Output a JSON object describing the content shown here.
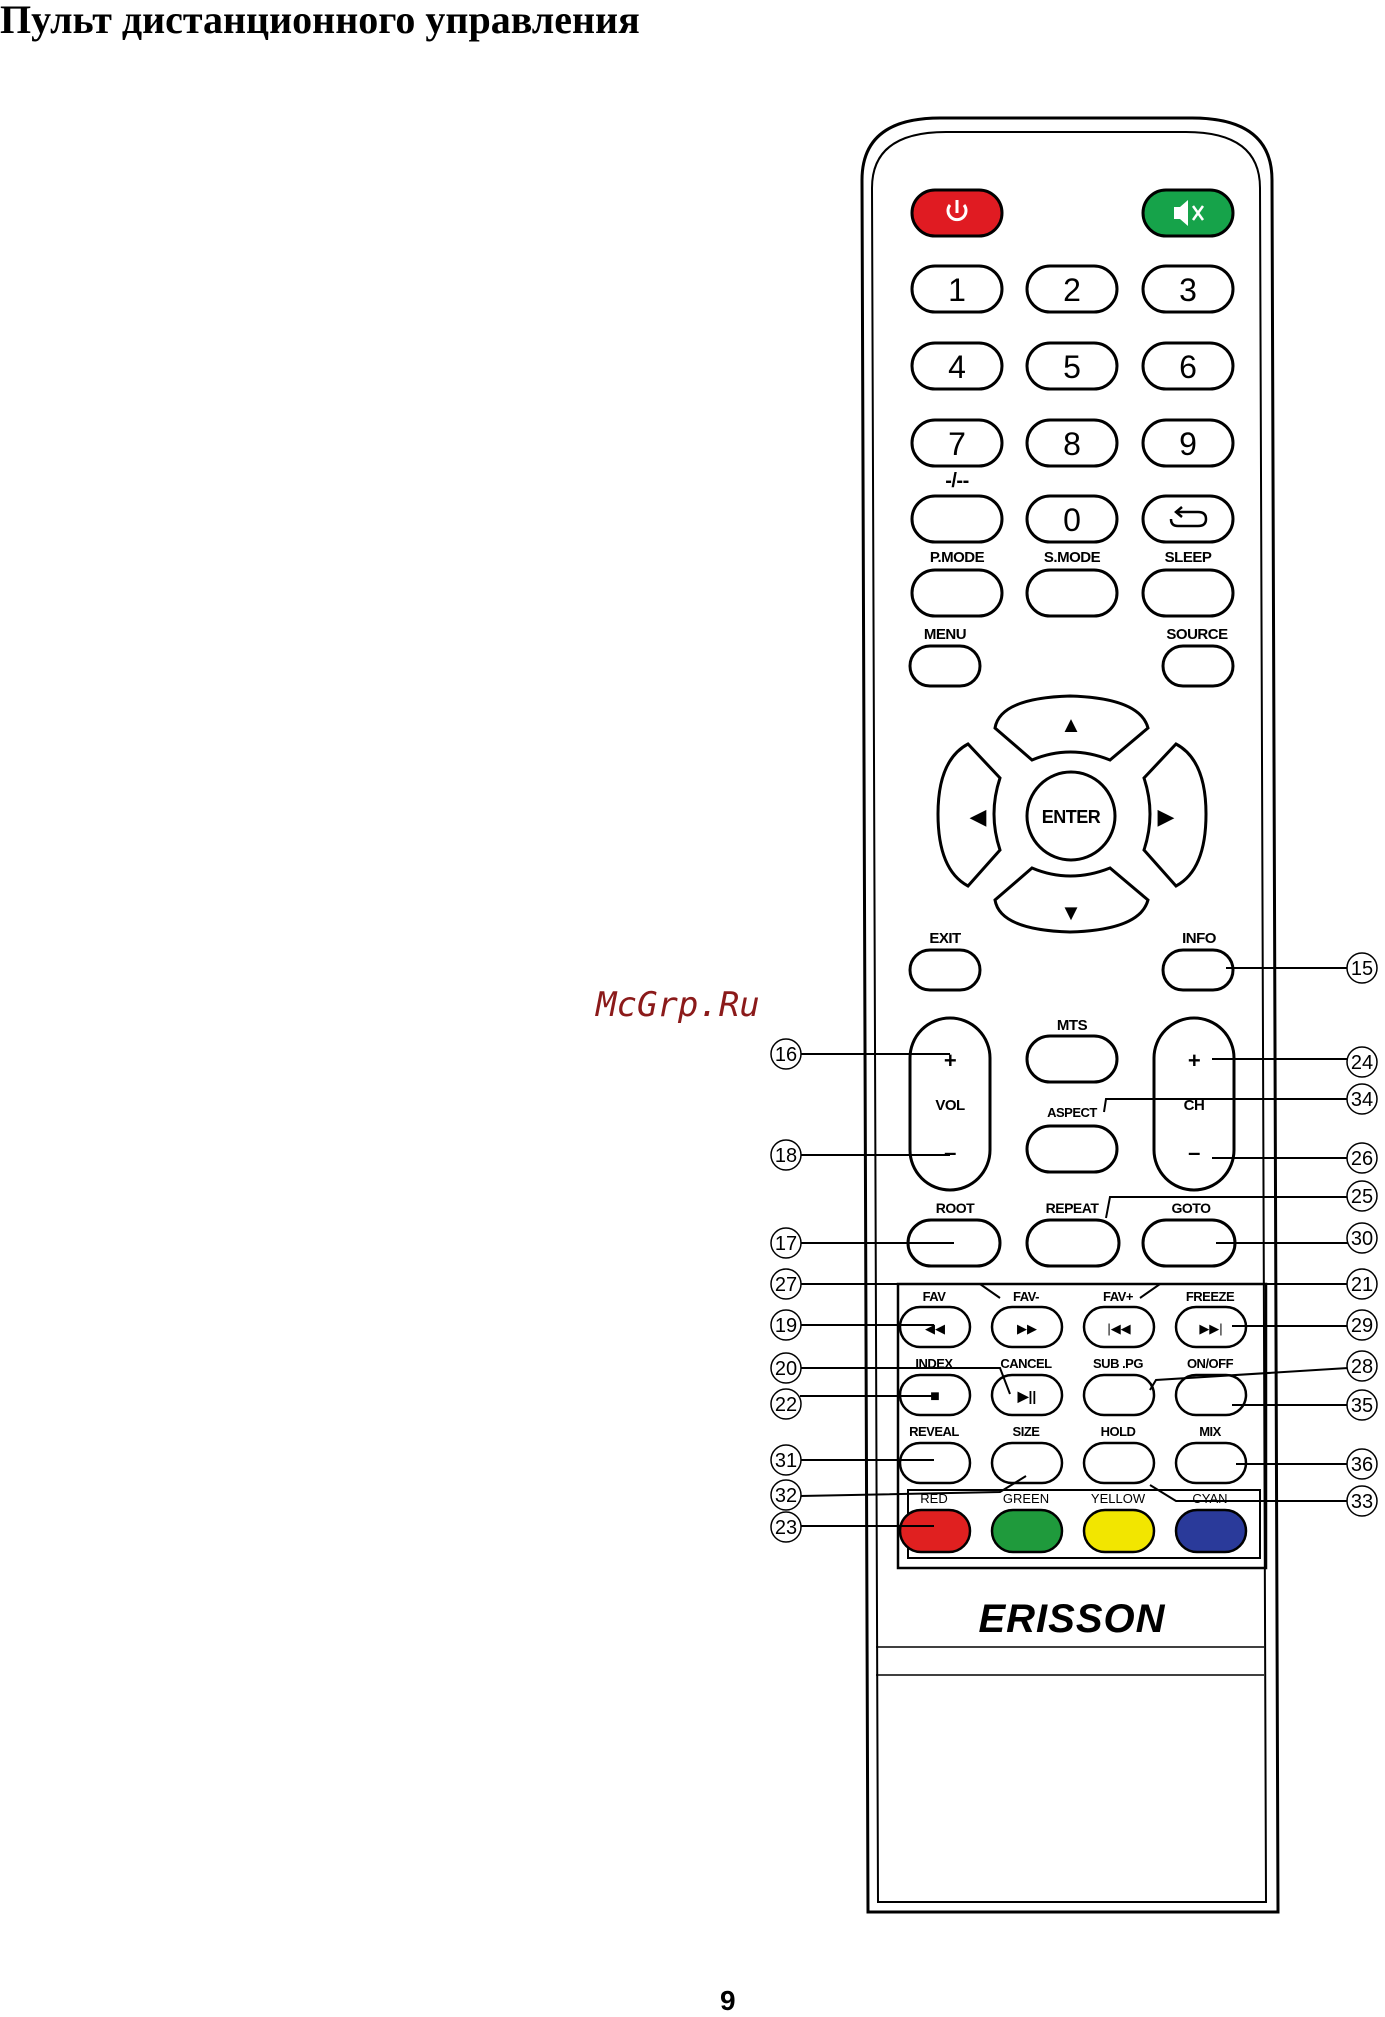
{
  "page": {
    "title": "Пульт дистанционного управления",
    "page_number": "9",
    "watermark": "McGrp.Ru"
  },
  "remote": {
    "brand": "ERISSON",
    "colors": {
      "power": "#e01b22",
      "mute": "#16a34a",
      "red": "#e02020",
      "green": "#1f9a3c",
      "yellow": "#f2e600",
      "cyan": "#2a3a9a"
    },
    "icons": {
      "power": "power-icon",
      "mute": "mute-icon",
      "recall": "recall-icon"
    },
    "digits": [
      "1",
      "2",
      "3",
      "4",
      "5",
      "6",
      "7",
      "8",
      "9",
      "0"
    ],
    "labels": {
      "dash": "-/--",
      "pmode": "P.MODE",
      "smode": "S.MODE",
      "sleep": "SLEEP",
      "menu": "MENU",
      "source": "SOURCE",
      "enter": "ENTER",
      "up": "▲",
      "down": "▼",
      "left": "◀",
      "right": "▶",
      "exit": "EXIT",
      "info": "INFO",
      "mts": "MTS",
      "vol": "VOL",
      "vol_plus": "+",
      "vol_minus": "–",
      "ch": "CH",
      "ch_plus": "+",
      "ch_minus": "–",
      "aspect": "ASPECT",
      "root": "ROOT",
      "repeat": "REPEAT",
      "goto": "GOTO",
      "fav": "FAV",
      "fav_minus": "FAV-",
      "fav_plus": "FAV+",
      "freeze": "FREEZE",
      "index": "INDEX",
      "cancel": "CANCEL",
      "subpg": "SUB .PG",
      "onoff": "ON/OFF",
      "reveal": "REVEAL",
      "size": "SIZE",
      "hold": "HOLD",
      "mix": "MIX",
      "red": "RED",
      "green": "GREEN",
      "yellow": "YELLOW",
      "cyan": "CYAN",
      "rew": "◀◀",
      "ff": "▶▶",
      "prev": "|◀◀",
      "next": "▶▶|",
      "stop": "■",
      "playpause": "▶||"
    }
  },
  "callouts": [
    "15",
    "16",
    "18",
    "17",
    "27",
    "19",
    "20",
    "22",
    "31",
    "32",
    "23",
    "24",
    "34",
    "26",
    "25",
    "30",
    "21",
    "29",
    "28",
    "35",
    "36",
    "33"
  ]
}
